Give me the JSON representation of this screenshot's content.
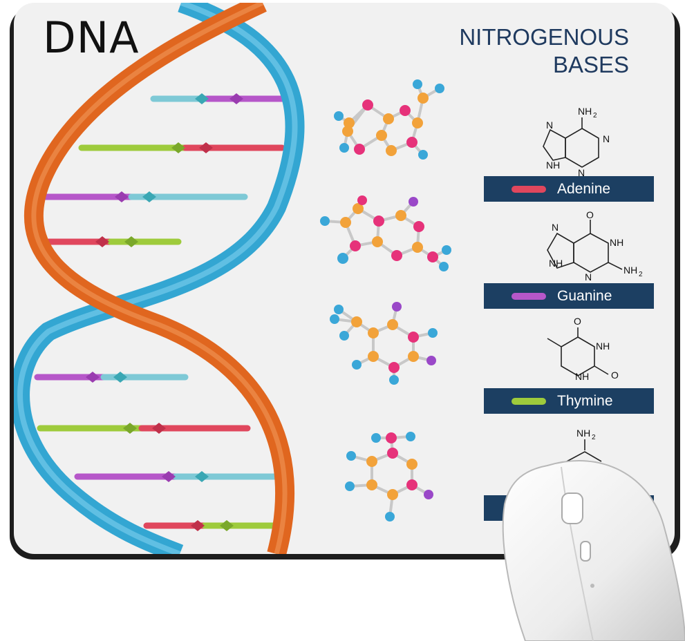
{
  "title": "DNA",
  "subtitle_lines": [
    "NITROGENOUS",
    "BASES"
  ],
  "bases": [
    {
      "name": "Adenine",
      "swatch": "#e0475d"
    },
    {
      "name": "Guanine",
      "swatch": "#b657c9"
    },
    {
      "name": "Thymine",
      "swatch": "#9ecb3c"
    }
  ],
  "formula_labels": {
    "nh2": "NH",
    "nh2_sub": "2",
    "nh": "NH",
    "n": "N",
    "o": "O"
  },
  "colors": {
    "strand_orange": "#e0661f",
    "strand_blue": "#33a6d2",
    "label_bg": "#1c3f62",
    "title_blue": "#1f3a5f",
    "pad_bg": "#f1f1f1"
  }
}
